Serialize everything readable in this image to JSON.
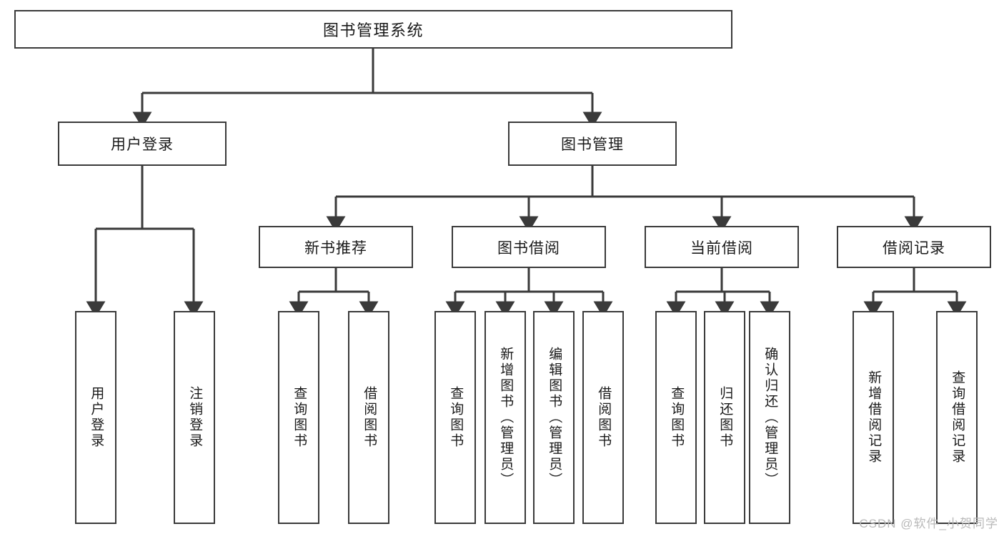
{
  "diagram": {
    "title": "图书管理系统",
    "type": "hierarchy-tree",
    "watermark": "CSDN @软件_小贺同学",
    "colors": {
      "box_border": "#3a3a3a",
      "box_fill": "#ffffff",
      "connector": "#3a3a3a",
      "text": "#1a1a1a",
      "watermark": "#b9b9b9"
    },
    "root": {
      "label": "图书管理系统"
    },
    "level1": [
      {
        "label": "用户登录"
      },
      {
        "label": "图书管理"
      }
    ],
    "level2": [
      {
        "label": "新书推荐"
      },
      {
        "label": "图书借阅"
      },
      {
        "label": "当前借阅"
      },
      {
        "label": "借阅记录"
      }
    ],
    "leaves": {
      "user_login": [
        {
          "label": "用户登录"
        },
        {
          "label": "注销登录"
        }
      ],
      "new_book_recommend": [
        {
          "label": "查询图书"
        },
        {
          "label": "借阅图书"
        }
      ],
      "book_borrow": [
        {
          "label": "查询图书"
        },
        {
          "label": "新增图书（管理员）"
        },
        {
          "label": "编辑图书（管理员）"
        },
        {
          "label": "借阅图书"
        }
      ],
      "current_borrow": [
        {
          "label": "查询图书"
        },
        {
          "label": "归还图书"
        },
        {
          "label": "确认归还（管理员）"
        }
      ],
      "borrow_record": [
        {
          "label": "新增借阅记录"
        },
        {
          "label": "查询借阅记录"
        }
      ]
    }
  }
}
